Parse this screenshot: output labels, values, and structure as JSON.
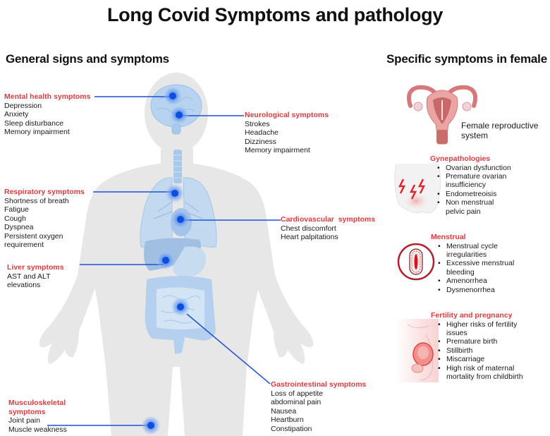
{
  "title": "Long Covid Symptoms and pathology",
  "left_section": {
    "heading": "General signs and symptoms"
  },
  "right_section": {
    "heading": "Specific symptoms in female"
  },
  "colors": {
    "heading_red": "#e03a3e",
    "marker_blue": "#0a4fe0",
    "line_blue": "#1a52d6",
    "organ_blue": "#a9cbec",
    "body_gray": "#e6e6e6"
  },
  "general_symptoms": [
    {
      "heading": "Mental health symptoms",
      "items": [
        "Depression",
        "Anxiety",
        "Sleep disturbance",
        "Memory impairment"
      ]
    },
    {
      "heading": "Neurological symptoms",
      "items": [
        "Strokes",
        "Headache",
        "Dizziness",
        "Memory impairment"
      ]
    },
    {
      "heading": "Respiratory symptoms",
      "items": [
        "Shortness of breath",
        "Fatigue",
        "Cough",
        "Dyspnea",
        "Persistent oxygen",
        "requirement"
      ]
    },
    {
      "heading": "Cardiovascular  symptoms",
      "items": [
        "Chest discomfort",
        "Heart palpitations"
      ]
    },
    {
      "heading": "Liver symptoms",
      "items": [
        "AST and ALT",
        "elevations"
      ]
    },
    {
      "heading": "Gastrointestinal symptoms",
      "items": [
        "Loss of appetite",
        "abdominal pain",
        "Nausea",
        "Heartburn",
        "Constipation"
      ]
    },
    {
      "heading_lines": [
        "Musculoskeletal",
        "symptoms"
      ],
      "items": [
        "Joint pain",
        "Muscle weakness"
      ]
    }
  ],
  "female": {
    "reproductive_label": [
      "Female reproductive",
      "system"
    ],
    "groups": [
      {
        "heading": "Gynepathologies",
        "icon": "pelvic-pain-icon",
        "items": [
          [
            "Ovarian dysfunction"
          ],
          [
            "Premature ovarian",
            "insufficiency"
          ],
          [
            "Endometreoisis"
          ],
          [
            "Non menstrual",
            "pelvic pain"
          ]
        ]
      },
      {
        "heading": "Menstrual",
        "icon": "menstrual-pad-icon",
        "items": [
          [
            "Menstrual cycle",
            "irregularities"
          ],
          [
            "Excessive menstrual",
            "bleeding"
          ],
          [
            "Amenorrhea"
          ],
          [
            "Dysmenorrhea"
          ]
        ]
      },
      {
        "heading": "Fertility and pregnancy",
        "icon": "pregnancy-icon",
        "items": [
          [
            "Higher risks of fertility",
            "issues"
          ],
          [
            "Premature birth"
          ],
          [
            "Stillbirth"
          ],
          [
            "Miscarriage"
          ],
          [
            "High risk of maternal",
            "mortality from childbirth"
          ]
        ]
      }
    ]
  }
}
